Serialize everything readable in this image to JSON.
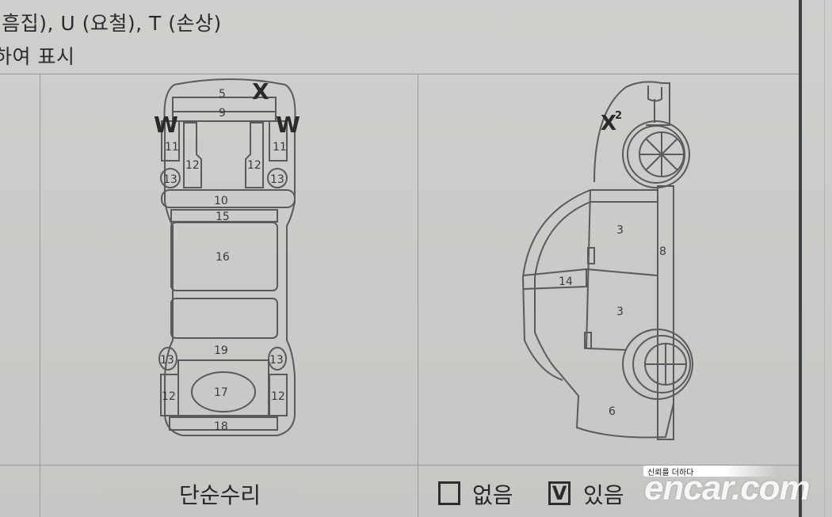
{
  "legend": {
    "line1": "(흠집), U (요철), T (손상)",
    "line2": "하여 표시"
  },
  "top_view": {
    "marks": [
      {
        "code": "X",
        "position": "roof-front-right"
      },
      {
        "code": "W",
        "position": "front-left-fender"
      },
      {
        "code": "W",
        "position": "front-right-fender"
      }
    ],
    "part_numbers": [
      "5",
      "9",
      "11",
      "11",
      "12",
      "12",
      "13",
      "13",
      "10",
      "15",
      "16",
      "19",
      "13",
      "13",
      "12",
      "12",
      "17",
      "18"
    ]
  },
  "side_view": {
    "marks": [
      {
        "code": "X",
        "superscript": "2",
        "position": "front-fender"
      }
    ],
    "part_numbers": [
      "3",
      "8",
      "14",
      "3",
      "6"
    ]
  },
  "repair_row": {
    "label": "단순수리",
    "option_none": {
      "label": "없음",
      "checked": false,
      "mark": ""
    },
    "option_yes": {
      "label": "있음",
      "checked": true,
      "mark": "V"
    }
  },
  "watermark": {
    "tagline": "신뢰를 더하다",
    "brand": "encar.com"
  }
}
